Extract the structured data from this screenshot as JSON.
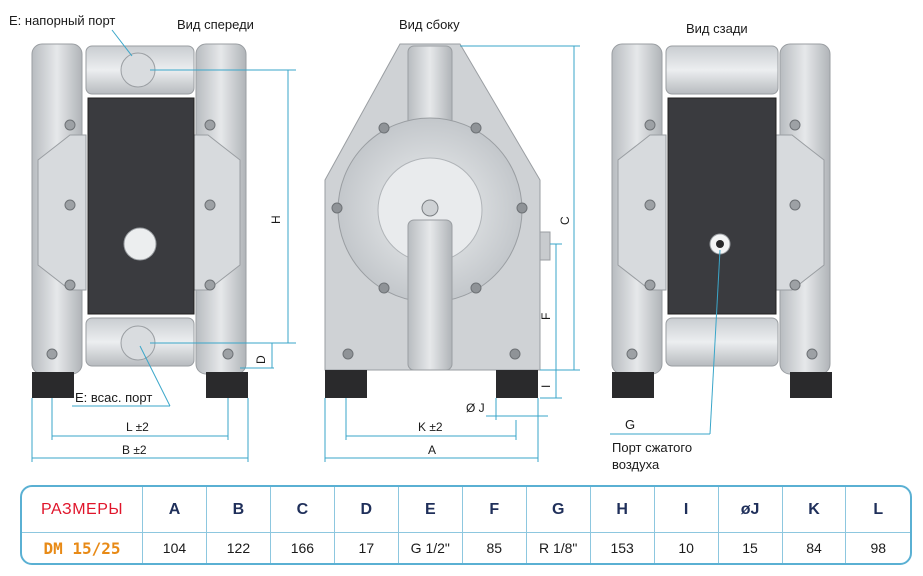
{
  "views": {
    "front": "Вид спереди",
    "side": "Вид сбоку",
    "rear": "Вид сзади"
  },
  "callouts": {
    "discharge_port": "E: напорный порт",
    "suction_port": "E: всас. порт",
    "air_port_letter": "G",
    "air_port_line1": "Порт сжатого",
    "air_port_line2": "воздуха"
  },
  "dimensions": {
    "H": "H",
    "D": "D",
    "L": "L ±2",
    "B": "B ±2",
    "C": "C",
    "F": "F",
    "I": "I",
    "J": "Ø J",
    "K": "K ±2",
    "A": "A"
  },
  "spec_table": {
    "title": "РАЗМЕРЫ",
    "model": "DM 15/25",
    "columns": [
      "A",
      "B",
      "C",
      "D",
      "E",
      "F",
      "G",
      "H",
      "I",
      "øJ",
      "K",
      "L"
    ],
    "values": [
      "104",
      "122",
      "166",
      "17",
      "G 1/2\"",
      "85",
      "R 1/8\"",
      "153",
      "10",
      "15",
      "84",
      "98"
    ]
  }
}
